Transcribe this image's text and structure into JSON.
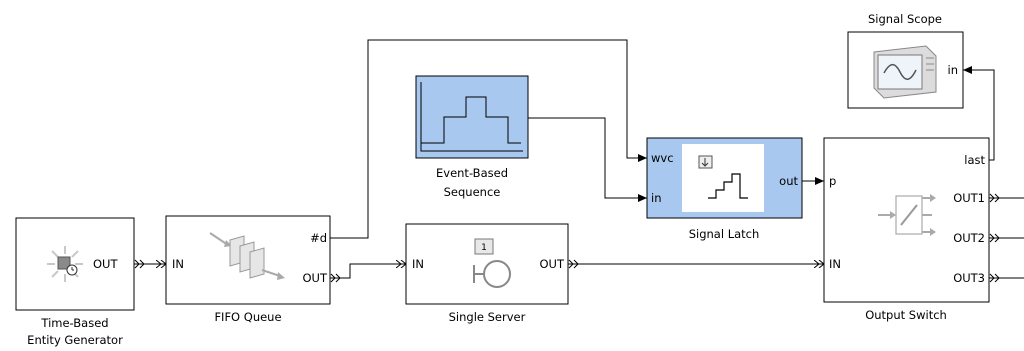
{
  "blocks": {
    "generator": {
      "name_line1": "Time-Based",
      "name_line2": "Entity Generator",
      "port_out": "OUT"
    },
    "fifo": {
      "name": "FIFO Queue",
      "port_in": "IN",
      "port_d": "#d",
      "port_out": "OUT"
    },
    "server": {
      "name": "Single Server",
      "port_in": "IN",
      "port_out": "OUT",
      "badge": "1"
    },
    "sequence": {
      "name_line1": "Event-Based",
      "name_line2": "Sequence"
    },
    "latch": {
      "name": "Signal Latch",
      "port_wvc": "wvc",
      "port_in": "in",
      "port_out": "out"
    },
    "scope": {
      "name": "Signal Scope",
      "port_in": "in"
    },
    "switch": {
      "name": "Output Switch",
      "port_p": "p",
      "port_in": "IN",
      "port_last": "last",
      "port_out1": "OUT1",
      "port_out2": "OUT2",
      "port_out3": "OUT3"
    }
  },
  "colors": {
    "highlight_block": "#a8c8f0",
    "line": "#000000"
  },
  "icons": [
    "entity-generator-icon",
    "fifo-queue-icon",
    "server-icon",
    "sequence-stairs-icon",
    "latch-icon",
    "scope-icon",
    "switch-icon"
  ]
}
